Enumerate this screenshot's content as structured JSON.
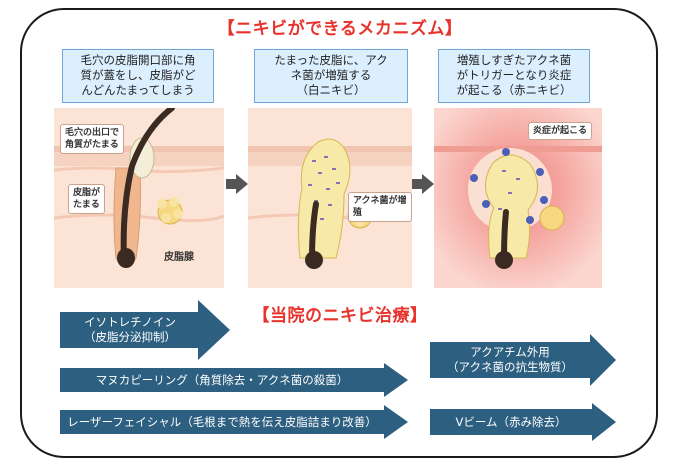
{
  "titles": {
    "mechanism": "【ニキビができるメカニズム】",
    "treatment": "【当院のニキビ治療】"
  },
  "stages": [
    {
      "caption_lines": [
        "毛穴の皮脂開口部に角",
        "質が蓋をし、皮脂がど",
        "んどんたまってしまう"
      ],
      "labels": {
        "pore": [
          "毛穴の出口で",
          "角質がたまる"
        ],
        "sebum": [
          "皮脂が",
          "たまる"
        ],
        "gland": "皮脂腺"
      }
    },
    {
      "caption_lines": [
        "たまった皮脂に、アク",
        "ネ菌が増殖する",
        "（白ニキビ）"
      ],
      "labels": {
        "bacteria": "アクネ菌が増殖"
      }
    },
    {
      "caption_lines": [
        "増殖しすぎたアクネ菌",
        "がトリガーとなり炎症",
        "が起こる（赤ニキビ）"
      ],
      "labels": {
        "inflammation": "炎症が起こる"
      }
    }
  ],
  "treatments": [
    {
      "lines": [
        "イソトレチノイン",
        "（皮脂分泌抑制）"
      ]
    },
    {
      "lines": [
        "マヌカピーリング（角質除去・アクネ菌の殺菌）"
      ]
    },
    {
      "lines": [
        "レーザーフェイシャル（毛根まで熱を伝え皮脂詰まり改善）"
      ]
    },
    {
      "lines": [
        "アクアチム外用",
        "（アクネ菌の抗生物質）"
      ]
    },
    {
      "lines": [
        "Vビーム（赤み除去）"
      ]
    }
  ],
  "colors": {
    "title_red": "#e8322c",
    "arrow_blue": "#2c5f80",
    "caption_bg": "#dcefff",
    "skin": "#f6d2c0",
    "dermis": "#fbe4d6",
    "inflamed": "#f4a09a"
  }
}
